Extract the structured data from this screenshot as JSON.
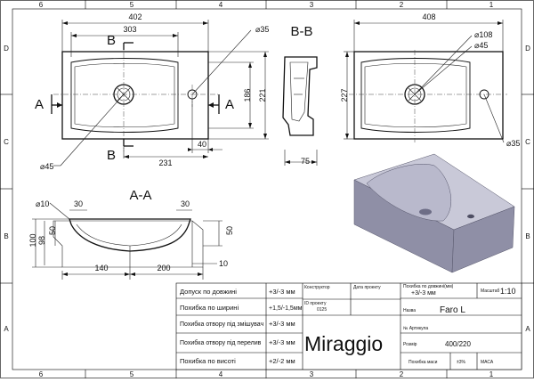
{
  "frame": {
    "cols_top": [
      "6",
      "5",
      "4",
      "3",
      "2",
      "1"
    ],
    "cols_bottom": [
      "6",
      "5",
      "4",
      "3",
      "2",
      "1"
    ],
    "rows_left": [
      "D",
      "C",
      "B",
      "A"
    ],
    "rows_right": [
      "D",
      "C",
      "B",
      "A"
    ]
  },
  "top_view": {
    "dim_402": "402",
    "dim_303": "303",
    "dia_35": "⌀35",
    "dim_186": "186",
    "dim_221": "221",
    "dim_40": "40",
    "dim_231": "231",
    "dia_45": "⌀45",
    "sec_b_top": "B",
    "sec_b_bottom": "B",
    "sec_a_left": "A",
    "sec_a_right": "A"
  },
  "side_view": {
    "title": "B-B",
    "dim_75": "75"
  },
  "right_view": {
    "dim_408": "408",
    "dia_108": "⌀108",
    "dia_45": "⌀45",
    "dim_227": "227",
    "dia_35": "⌀35"
  },
  "section_a": {
    "title": "A-A",
    "dia_10": "⌀10",
    "dim_30_left": "30",
    "dim_30_right": "30",
    "dim_100": "100",
    "dim_98": "98",
    "dim_50_left": "50",
    "dim_50_right": "50",
    "dim_140": "140",
    "dim_200": "200",
    "dim_10": "10"
  },
  "title_block": {
    "tolerances": [
      {
        "label": "Допуск по довжині",
        "value": "+3/-3 мм"
      },
      {
        "label": "Похибка по ширині",
        "value": "+1,5/-1,5мм"
      },
      {
        "label": "Похибка отвору під змішувач",
        "value": "+3/-3 мм"
      },
      {
        "label": "Похибка отвору під перелив",
        "value": "+3/-3 мм"
      },
      {
        "label": "Похибка по висоті",
        "value": "+2/-2 мм"
      }
    ],
    "constructor_label": "Конструктор",
    "date_label": "Дата проекту",
    "id_label": "ID проекту",
    "id_value": "0125",
    "brand": "Miraggio",
    "depth_tol_label": "Похибка по довжині(мм)",
    "depth_tol_value": "+3/-3 мм",
    "scale_label": "Масштаб",
    "scale_value": "1:10",
    "name_label": "Назва",
    "name_value": "Faro L",
    "article_label": "№ Артикула",
    "size_label": "Розмір",
    "size_value": "400/220",
    "mass_tol_label": "Похибка маси",
    "mass_tol_value": "±3%",
    "mass_label": "МАСА"
  },
  "colors": {
    "render_top": "#c9c9d8",
    "render_side": "#8f8fa6",
    "render_inner": "#b9b9cc"
  }
}
